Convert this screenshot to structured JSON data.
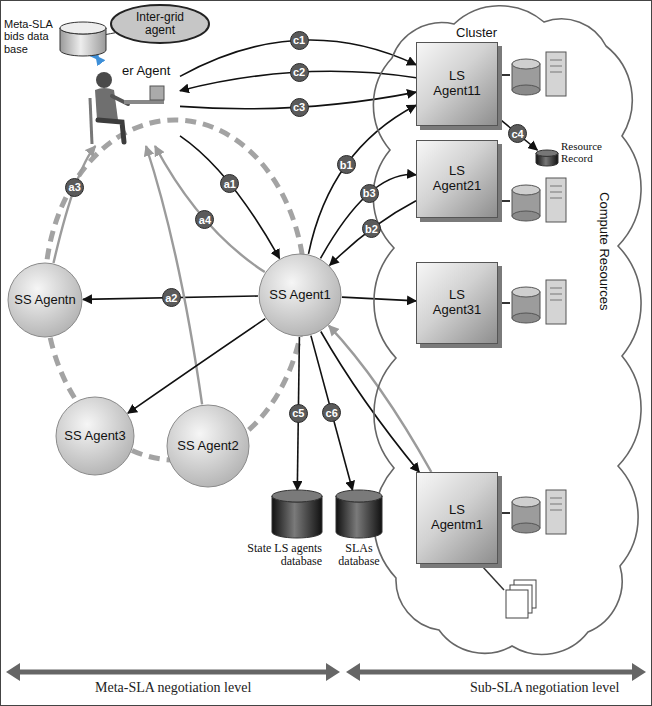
{
  "diagram": {
    "nodes": [
      {
        "text": [
          "Meta-SLA bids data base"
        ]
      },
      {
        "text": [
          "Inter-grid agent"
        ]
      },
      {
        "text": [
          "er Agent"
        ]
      },
      {
        "text": [
          "Cluster",
          "Compute Resources"
        ]
      },
      {
        "text": [
          "LS Agent11"
        ],
        "in": 3
      },
      {
        "text": [
          "Resource Record"
        ],
        "in": 3
      },
      {
        "text": [
          "LS Agent21"
        ],
        "in": 3
      },
      {
        "text": [
          "LS Agent31"
        ],
        "in": 3
      },
      {
        "text": [
          "LS Agentm1"
        ],
        "in": 3
      },
      {
        "text": [
          "SS Agentn"
        ]
      },
      {
        "text": [
          "SS Agent1"
        ]
      },
      {
        "text": [
          "SS Agent3"
        ]
      },
      {
        "text": [
          "SS Agent2"
        ]
      },
      {
        "text": [
          "State LS agents database"
        ]
      },
      {
        "text": [
          "SLAs database"
        ]
      }
    ],
    "edges": [
      {
        "from": 0,
        "to": 2,
        "arrow": "both"
      },
      {
        "from": 1,
        "to": 0,
        "arrow": "none"
      },
      {
        "from": 2,
        "to": 4,
        "label": "c1",
        "arrow": "to"
      },
      {
        "from": 4,
        "to": 2,
        "label": "c2",
        "arrow": "to"
      },
      {
        "from": 2,
        "to": 4,
        "label": "c3",
        "arrow": "to"
      },
      {
        "from": 2,
        "to": 10,
        "label": "a1",
        "arrow": "to"
      },
      {
        "from": 10,
        "to": 2,
        "label": "a4",
        "arrow": "to"
      },
      {
        "from": 10,
        "to": 9,
        "label": "a2",
        "arrow": "to"
      },
      {
        "from": 9,
        "to": 2,
        "label": "a3",
        "arrow": "to"
      },
      {
        "from": 12,
        "to": 2,
        "arrow": "to"
      },
      {
        "from": 10,
        "to": 11,
        "arrow": "to"
      },
      {
        "from": 10,
        "to": 4,
        "label": "b1",
        "arrow": "to"
      },
      {
        "from": 6,
        "to": 10,
        "label": "b2",
        "arrow": "to"
      },
      {
        "from": 10,
        "to": 6,
        "label": "b3",
        "arrow": "to"
      },
      {
        "from": 10,
        "to": 7,
        "arrow": "to"
      },
      {
        "from": 8,
        "to": 10,
        "arrow": "to"
      },
      {
        "from": 10,
        "to": 8,
        "arrow": "to"
      },
      {
        "from": 4,
        "to": 5,
        "label": "c4",
        "arrow": "to"
      },
      {
        "from": 10,
        "to": 13,
        "label": "c5",
        "arrow": "to"
      },
      {
        "from": 10,
        "to": 14,
        "label": "c6",
        "arrow": "to"
      }
    ],
    "labels": [
      "Meta-SLA negotiation level",
      "Sub-SLA negotiation level"
    ]
  }
}
